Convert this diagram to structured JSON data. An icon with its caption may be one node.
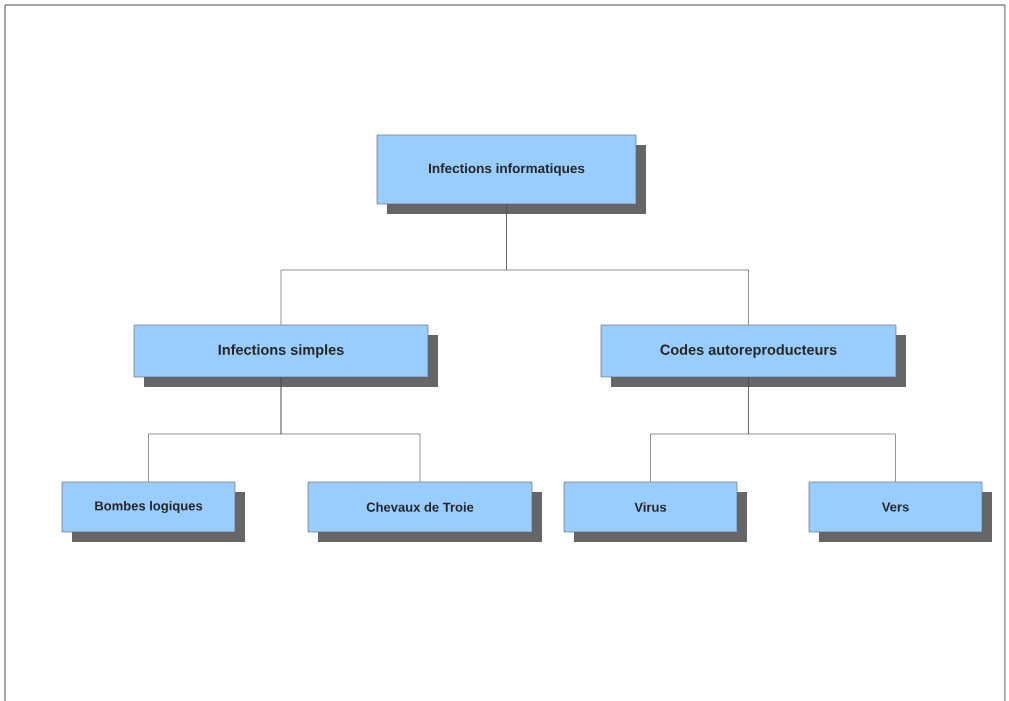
{
  "diagram": {
    "nodes": [
      {
        "text": [
          "Infections informatiques"
        ]
      },
      {
        "text": [
          "Infections simples"
        ]
      },
      {
        "text": [
          "Codes autoreproducteurs"
        ]
      },
      {
        "text": [
          "Bombes logiques"
        ]
      },
      {
        "text": [
          "Chevaux de Troie"
        ]
      },
      {
        "text": [
          "Virus"
        ]
      },
      {
        "text": [
          "Vers"
        ]
      }
    ],
    "edges": [
      {
        "from": 0,
        "to": 1,
        "arrow": "none"
      },
      {
        "from": 0,
        "to": 2,
        "arrow": "none"
      },
      {
        "from": 1,
        "to": 3,
        "arrow": "none"
      },
      {
        "from": 1,
        "to": 4,
        "arrow": "none"
      },
      {
        "from": 2,
        "to": 5,
        "arrow": "none"
      },
      {
        "from": 2,
        "to": 6,
        "arrow": "none"
      }
    ]
  }
}
